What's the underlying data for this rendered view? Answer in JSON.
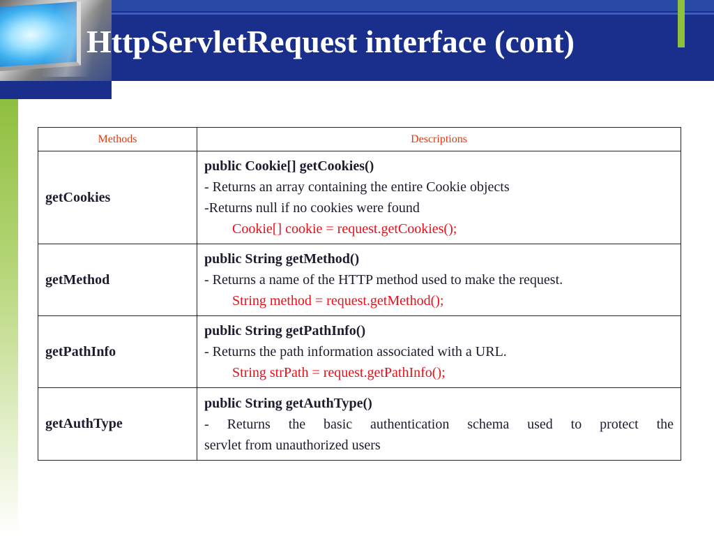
{
  "slide": {
    "title": "HttpServletRequest interface (cont)"
  },
  "table": {
    "headers": {
      "methods": "Methods",
      "descriptions": "Descriptions"
    },
    "rows": [
      {
        "method": "getCookies",
        "signature": "public Cookie[] getCookies()",
        "lines": [
          "- Returns an array containing the entire Cookie objects",
          "-Returns null if no cookies were found"
        ],
        "code": "Cookie[] cookie = request.getCookies();"
      },
      {
        "method": "getMethod",
        "signature": "public String getMethod()",
        "lines": [
          "- Returns a name of the HTTP method used to make the request."
        ],
        "code": "String method = request.getMethod();"
      },
      {
        "method": "getPathInfo",
        "signature": "public String getPathInfo()",
        "lines": [
          "- Returns the path information associated with a URL."
        ],
        "code": "String strPath = request.getPathInfo();"
      },
      {
        "method": "getAuthType",
        "signature": "public String getAuthType()",
        "lines": [
          "- Returns the basic authentication schema used to protect the",
          "servlet from unauthorized users"
        ]
      }
    ]
  },
  "colors": {
    "header_band": "#1a2f8c",
    "accent_green": "#8fbf3f",
    "header_text": "#e8370e",
    "code_text": "#e8101a",
    "title_text": "#ffffff"
  },
  "icons": {
    "header_art": "computer-monitor-icon"
  }
}
